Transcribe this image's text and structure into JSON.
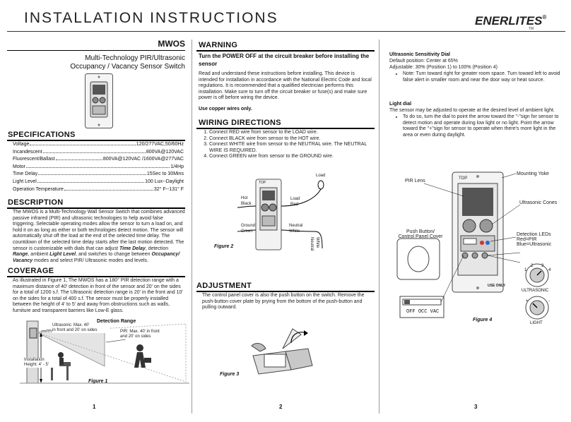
{
  "header": {
    "title": "INSTALLATION INSTRUCTIONS",
    "brand": "ENERLITES",
    "brand_mark": "®",
    "brand_sub": "TM"
  },
  "col1": {
    "model": "MWOS",
    "product_line1": "Multi-Technology PIR/Ultrasonic",
    "product_line2": "Occupancy  / Vacancy Sensor Switch",
    "specs_heading": "SPECIFICATIONS",
    "specs": [
      {
        "label": "Voltage",
        "value": "120/277VAC,50/60Hz"
      },
      {
        "label": "Incandescent",
        "value": "800VA@120VAC"
      },
      {
        "label": "Fluorescent/Ballast",
        "value": "800VA@120VAC /1600VA@277VAC"
      },
      {
        "label": "Motor",
        "value": "1/4Hp"
      },
      {
        "label": "Time Delay",
        "value": "15Sec to 30Mins"
      },
      {
        "label": "Light Level",
        "value": "100 Lux--Daylight"
      },
      {
        "label": "Operation Temperature",
        "value": "32° F--131° F"
      }
    ],
    "description_heading": "DESCRIPTION",
    "description_part1": "The MWOS is a Multi-Technology Wall Sensor Switch that combines advanced passive infrared (PIR) and ultrasonic technologies to help avoid false triggering. Selectable operating modes allow the sensor to turn a load on, and hold it on as long as either or both technologies detect motion. The sensor will automatically shut off the load at the end of the selected time delay. The countdown of the selected time delay starts after the last motion detected. The sensor is customizable with dials that can adjust ",
    "description_em1": "Time Delay",
    "description_part2": ", detection ",
    "description_em2": "Range",
    "description_part3": ", ambient ",
    "description_em3": "Light Level",
    "description_part4": ", and switches to change between ",
    "description_em4": "Occupancy/ Vacancy",
    "description_part5": " modes and select PIR/ Ultrasonic modes and levels.",
    "coverage_heading": "COVERAGE",
    "coverage_text": "As illustrated in Figure 1, The MWOS has a 180° PIR detection range with a maximum distance of 40' detection in front of the sensor and 20' on the sides for a total of 1200 s.f. The Ultrasonic detection range is 20' in the front and 10' on the sides for a total of 400 s.f. The sensor must be properly installed between the height of 4' to 5' and away from obstructions such as walls, furniture and transparent barriers like Low-E glass.",
    "fig1_title": "Detection Range",
    "fig1_ultra": "Ultrasonic: Max. 40' in front and 20' on sides",
    "fig1_ultra_a": "Ultrasonic: Max. 40'",
    "fig1_ultra_b": "in front and 20' on sides",
    "fig1_pir_a": "PIR: Max. 40' in front",
    "fig1_pir_b": "and 20' on sides",
    "fig1_height_a": "Installation",
    "fig1_height_b": "Height: 4' - 5'",
    "fig1_caption": "Figure 1",
    "page_number": "1"
  },
  "col2": {
    "warning_heading": "WARNING",
    "warning_bold": "Turn the POWER OFF at the circuit breaker before installing the sensor",
    "warning_text": "Read and understand these instructions before installing.  This device is intended for installation in accordance with the National Electric Code and local regulations.  It is recommended that a qualified electrician performs this installation.  Make sure to turn off the circuit breaker or fuse(s) and make sure power is off before wiring the device.",
    "copper_note": "Use copper wires only.",
    "wiring_heading": "WIRING DIRECTIONS",
    "wiring_steps": [
      "Connect RED wire from sensor to the LOAD wire.",
      "Connect BLACK wire from sensor to the HOT wire.",
      "Connect WHITE wire from sensor to the NEUTRAL wire. The NEUTRAL WIRE IS REQUIRED.",
      "Connect GREEN wire from sensor to the GROUND wire."
    ],
    "fig2_load": "Load",
    "fig2_hot": "Hot",
    "fig2_black": "Black",
    "fig2_load2": "Load",
    "fig2_red": "Red",
    "fig2_ground": "Ground",
    "fig2_green": "Green",
    "fig2_neutral": "Neutral",
    "fig2_white": "White",
    "fig2_neutral_v": "Neutral",
    "fig2_white_v": "White",
    "fig2_top": "TOP",
    "fig2_caption": "Figure 2",
    "adjustment_heading": "ADJUSTMENT",
    "adjustment_text": "The control panel cover is also the push button on the switch. Remove the push-button cover plate by prying from the bottom of the push-button and pulling outward.",
    "fig3_caption": "Figure 3",
    "page_number": "2"
  },
  "col3": {
    "ultra_heading": "Ultrasonic Sensitivity Dial",
    "ultra_default": "Default position: Center at 65%",
    "ultra_adjustable": "Adjustable: 30% (Position 1) to 100% (Position 4)",
    "ultra_note": "Note: Turn toward right for greater room space. Turn toward left to avoid false alert in smaller room and near  the door way or heat source.",
    "light_heading": "Light dial",
    "light_text": "The sensor may be adjusted to operate at the desired level of ambient light.",
    "light_bullet": "To do so, turn the dial to point the arrow toward the \"-\"sign for sensor to detect motion and operate during low light or no light. Point the arrow toward the \"+\"sign for sensor to operate when there's more light in the area or even during daylight.",
    "fig4_pir_lens": "PIR Lens",
    "fig4_top": "TOP",
    "fig4_yoke": "Mounting Yoke",
    "fig4_cones": "Ultrasonic Cones",
    "fig4_push1": "Push Button/",
    "fig4_push2": "Control Panel Cover",
    "fig4_leds": "Detection LEDs",
    "fig4_red": "Red=PIR",
    "fig4_blue": "Blue=Ultrasonic",
    "fig4_off": "OFF",
    "fig4_occ": "OCC",
    "fig4_vac": "VAC",
    "fig4_ultrasonic": "ULTRASONIC",
    "fig4_light": "LIGHT",
    "fig4_dial_nums": [
      "1",
      "2",
      "3",
      "4"
    ],
    "fig4_plus": "+",
    "fig4_minus": "-",
    "fig4_use_only": "USE ONLY",
    "fig4_caption": "Figure 4",
    "page_number": "3"
  }
}
